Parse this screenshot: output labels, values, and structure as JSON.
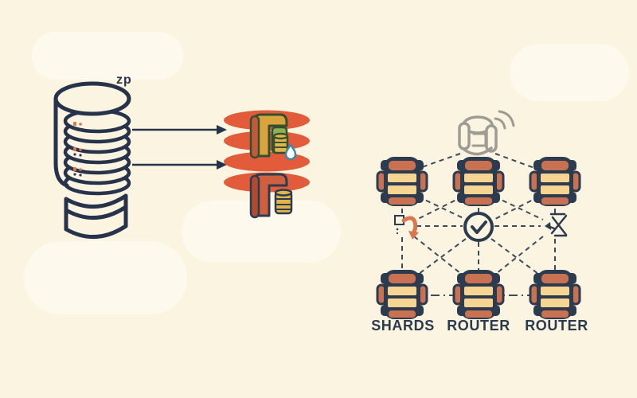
{
  "background": {
    "color": "#faf4e1",
    "blob_color": "#fdf9ec"
  },
  "left_diagram": {
    "coil_label": "zp",
    "stroke_color": "#26334a",
    "dot_colors": [
      "#d8764f",
      "#2d3b4e"
    ],
    "parts": [
      "coil-cylinder",
      "small-cylinder"
    ]
  },
  "arrows": {
    "color": "#26334a",
    "count": 2
  },
  "red_database": {
    "disc_color": "#e25c3c",
    "disc_count": 4,
    "icons": [
      "data-book-yellow-icon",
      "mini-database-icon",
      "water-drop-icon",
      "data-book-orange-icon"
    ]
  },
  "network": {
    "hub_icon": "wireless-database-icon",
    "hub_color": "#9c9c94",
    "line_color": "#2d3b4e",
    "node_icon": "server-node-icon",
    "node_colors": {
      "body": "#2d3b4e",
      "cap": "#c97253",
      "band": "#f6d593"
    },
    "middle_icons": [
      {
        "name": "redirect-arrow-icon",
        "color": "#d8764f"
      },
      {
        "name": "check-circle-icon",
        "color": "#2d3b4e"
      },
      {
        "name": "cancel-x-icon",
        "color": "#2d3b4e"
      }
    ],
    "labels": [
      {
        "text": "SHARDS"
      },
      {
        "text": "ROUTER"
      },
      {
        "text": "ROUTER"
      }
    ]
  }
}
